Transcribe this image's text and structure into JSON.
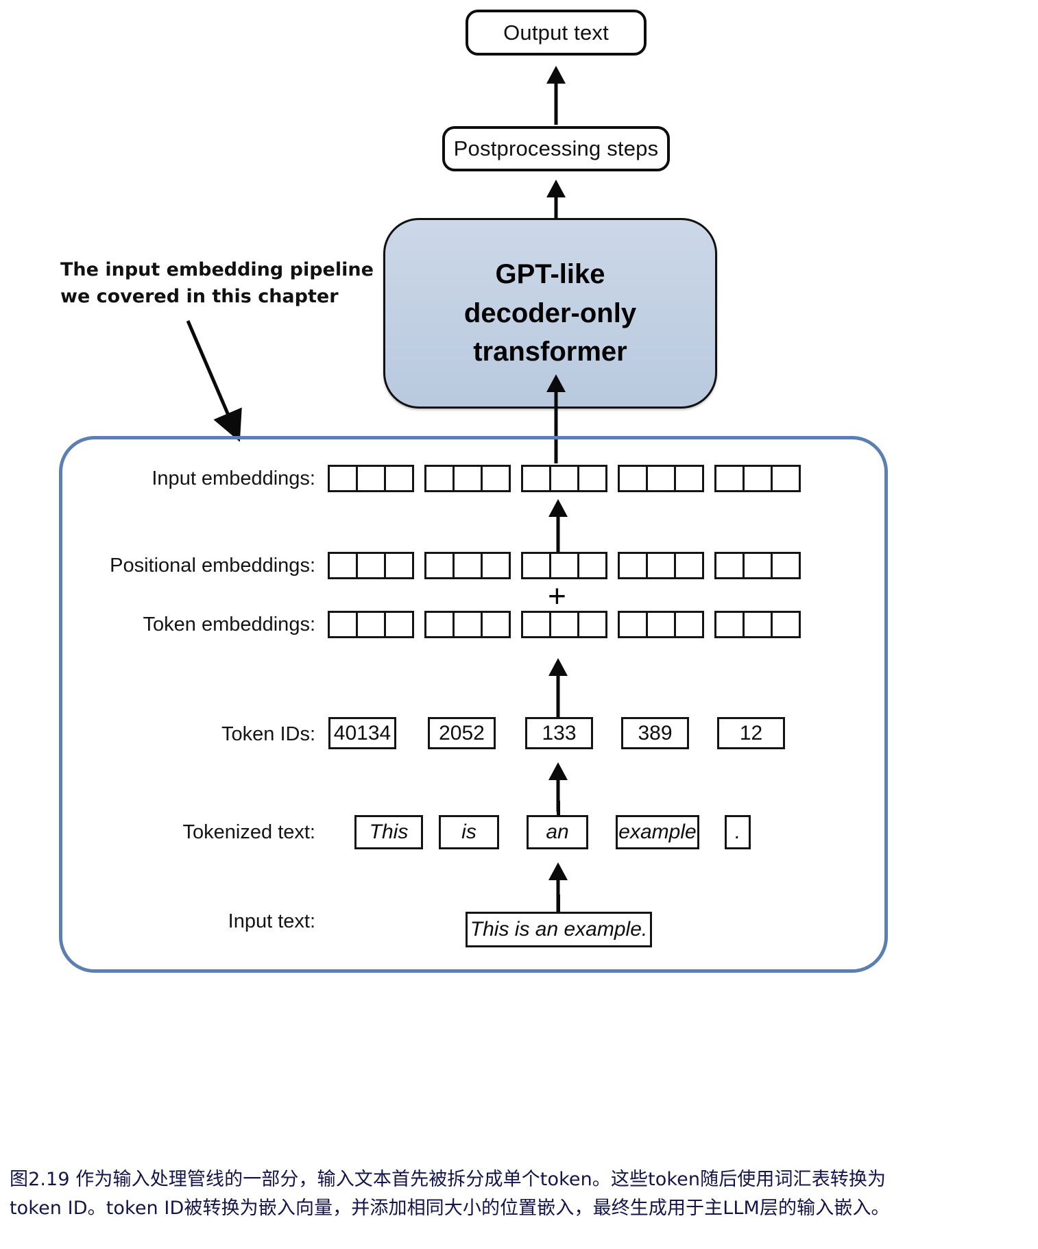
{
  "figure": {
    "output_box": {
      "label": "Output text"
    },
    "postprocessing_box": {
      "label": "Postprocessing steps"
    },
    "transformer_box": {
      "line1": "GPT-like",
      "line2": "decoder-only",
      "line3": "transformer",
      "fill_color": "#c5d2e4",
      "border_color": "#111111"
    },
    "annotation": {
      "line1": "The input embedding pipeline",
      "line2": "we covered in this chapter"
    },
    "pipeline_container": {
      "border_color": "#5b7fb0"
    },
    "rows": [
      {
        "label": "Input embeddings:",
        "type": "cells",
        "groups": 5,
        "cells_per_group": 3
      },
      {
        "label": "Positional embeddings:",
        "type": "cells",
        "groups": 5,
        "cells_per_group": 3
      },
      {
        "label": "Token embeddings:",
        "type": "cells",
        "groups": 5,
        "cells_per_group": 3
      },
      {
        "label": "Token IDs:",
        "type": "values",
        "values": [
          "40134",
          "2052",
          "133",
          "389",
          "12"
        ]
      },
      {
        "label": "Tokenized text:",
        "type": "values",
        "values": [
          "This",
          "is",
          "an",
          "example",
          "."
        ]
      },
      {
        "label": "Input text:",
        "type": "values",
        "values": [
          "This is an example."
        ]
      }
    ],
    "operator": {
      "symbol": "+"
    },
    "caption": {
      "line1": "图2.19 作为输入处理管线的一部分，输入文本首先被拆分成单个token。这些token随后使用词汇表转换为",
      "line2": "token ID。token ID被转换为嵌入向量，并添加相同大小的位置嵌入，最终生成用于主LLM层的输入嵌入。"
    }
  }
}
